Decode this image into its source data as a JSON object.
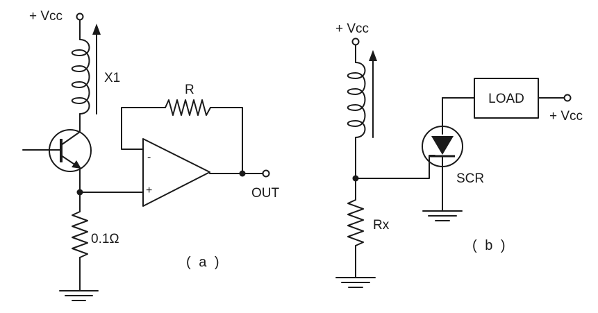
{
  "circuit_a": {
    "caption": "( a )",
    "vcc_label": "+ Vcc",
    "inductor_label": "X1",
    "feedback_resistor_label": "R",
    "sense_resistor_label": "0.1Ω",
    "output_label": "OUT",
    "opamp_minus": "-",
    "opamp_plus": "+"
  },
  "circuit_b": {
    "caption": "( b )",
    "vcc_label_top": "+ Vcc",
    "vcc_label_right": "+ Vcc",
    "load_label": "LOAD",
    "scr_label": "SCR",
    "resistor_label": "Rx"
  },
  "colors": {
    "stroke": "#1a1a1a",
    "background": "#ffffff"
  }
}
